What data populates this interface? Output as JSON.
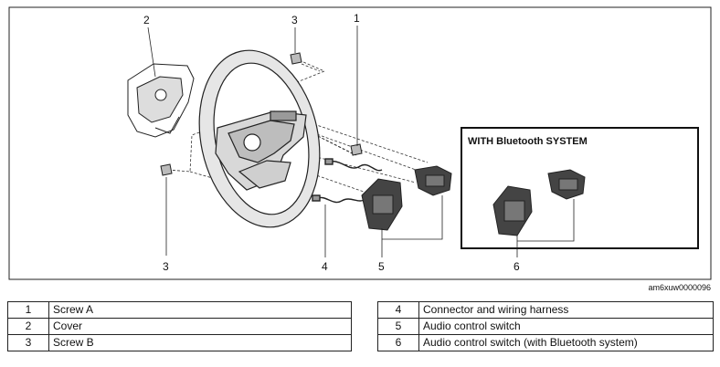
{
  "diagram": {
    "callouts": {
      "c1": "1",
      "c2": "2",
      "c3_top": "3",
      "c3_bottom": "3",
      "c4": "4",
      "c5": "5",
      "c6": "6"
    },
    "inset_title": "WITH Bluetooth SYSTEM",
    "drawing_code": "am6xuw0000096"
  },
  "legend": {
    "left": [
      {
        "num": "1",
        "label": "Screw A"
      },
      {
        "num": "2",
        "label": "Cover"
      },
      {
        "num": "3",
        "label": "Screw B"
      }
    ],
    "right": [
      {
        "num": "4",
        "label": "Connector and wiring harness"
      },
      {
        "num": "5",
        "label": "Audio control switch"
      },
      {
        "num": "6",
        "label": "Audio control switch (with Bluetooth system)"
      }
    ]
  }
}
